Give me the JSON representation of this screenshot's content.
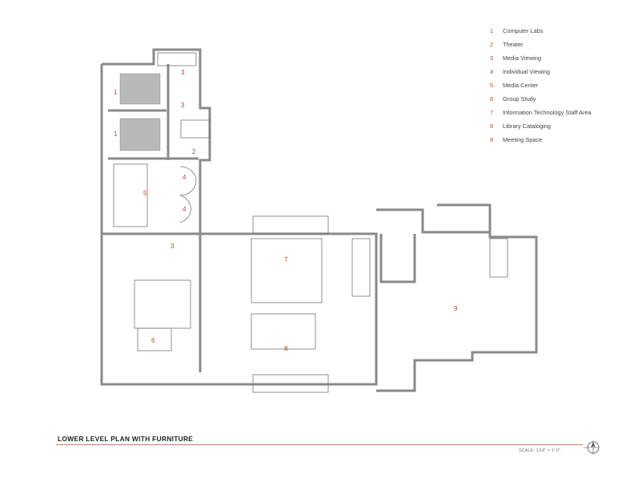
{
  "legend": [
    {
      "num": "1",
      "label": "Computer Labs"
    },
    {
      "num": "2",
      "label": "Theater"
    },
    {
      "num": "3",
      "label": "Media Viewing"
    },
    {
      "num": "4",
      "label": "Individual Viewing"
    },
    {
      "num": "5",
      "label": "Media Center"
    },
    {
      "num": "6",
      "label": "Group Study"
    },
    {
      "num": "7",
      "label": "Information Technology Staff Area"
    },
    {
      "num": "8",
      "label": "Library Cataloging"
    },
    {
      "num": "9",
      "label": "Meeting Space"
    }
  ],
  "plan_title": "LOWER LEVEL PLAN WITH FURNITURE",
  "scale_note": "SCALE: 1/16\" = 1'-0\"",
  "room_labels": [
    "1",
    "1",
    "2",
    "3",
    "3",
    "4",
    "4",
    "5",
    "3",
    "6",
    "7",
    "8",
    "9"
  ],
  "colors": {
    "wall": "#8a8a8a",
    "line": "#555555",
    "accent": "#b04a3c",
    "rule": "#c87a6e"
  }
}
